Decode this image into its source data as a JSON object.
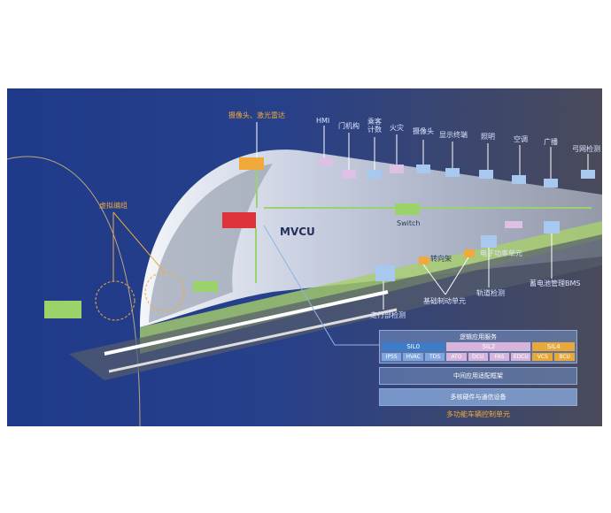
{
  "labels": {
    "camera_lidar": "摄像头、激光雷达",
    "hmi": "HMI",
    "door": "门机构",
    "passenger_count": "乘客计数",
    "fire": "火灾",
    "camera": "摄像头",
    "display": "显示终端",
    "lighting": "照明",
    "ac": "空调",
    "broadcast": "广播",
    "pantograph": "弓网检测",
    "virtual_coupling": "虚拟编组",
    "mvcu": "MVCU",
    "switch": "Switch",
    "bogie": "转向架",
    "power_unit": "电子功率单元",
    "bms": "蓄电池管理BMS",
    "track_detect": "轨道检测",
    "brake": "基础制动单元",
    "running_gear": "走行部检测"
  },
  "stack": {
    "logic_title": "逻辑应用服务",
    "sil": [
      {
        "name": "SIL0",
        "color": "#3d7cc9",
        "items": [
          "IPSS",
          "HVAC",
          "TDS"
        ]
      },
      {
        "name": "SIL2",
        "color": "#d7b4dc",
        "items": [
          "ATO",
          "DCU",
          "FAS",
          "EDCU"
        ]
      },
      {
        "name": "SIL4",
        "color": "#e8a93a",
        "items": [
          "VCS",
          "BCU"
        ]
      }
    ],
    "middleware": "中间应用适配框架",
    "hardware": "多核硬件与通信设备",
    "footer": "多功能车辆控制单元"
  }
}
